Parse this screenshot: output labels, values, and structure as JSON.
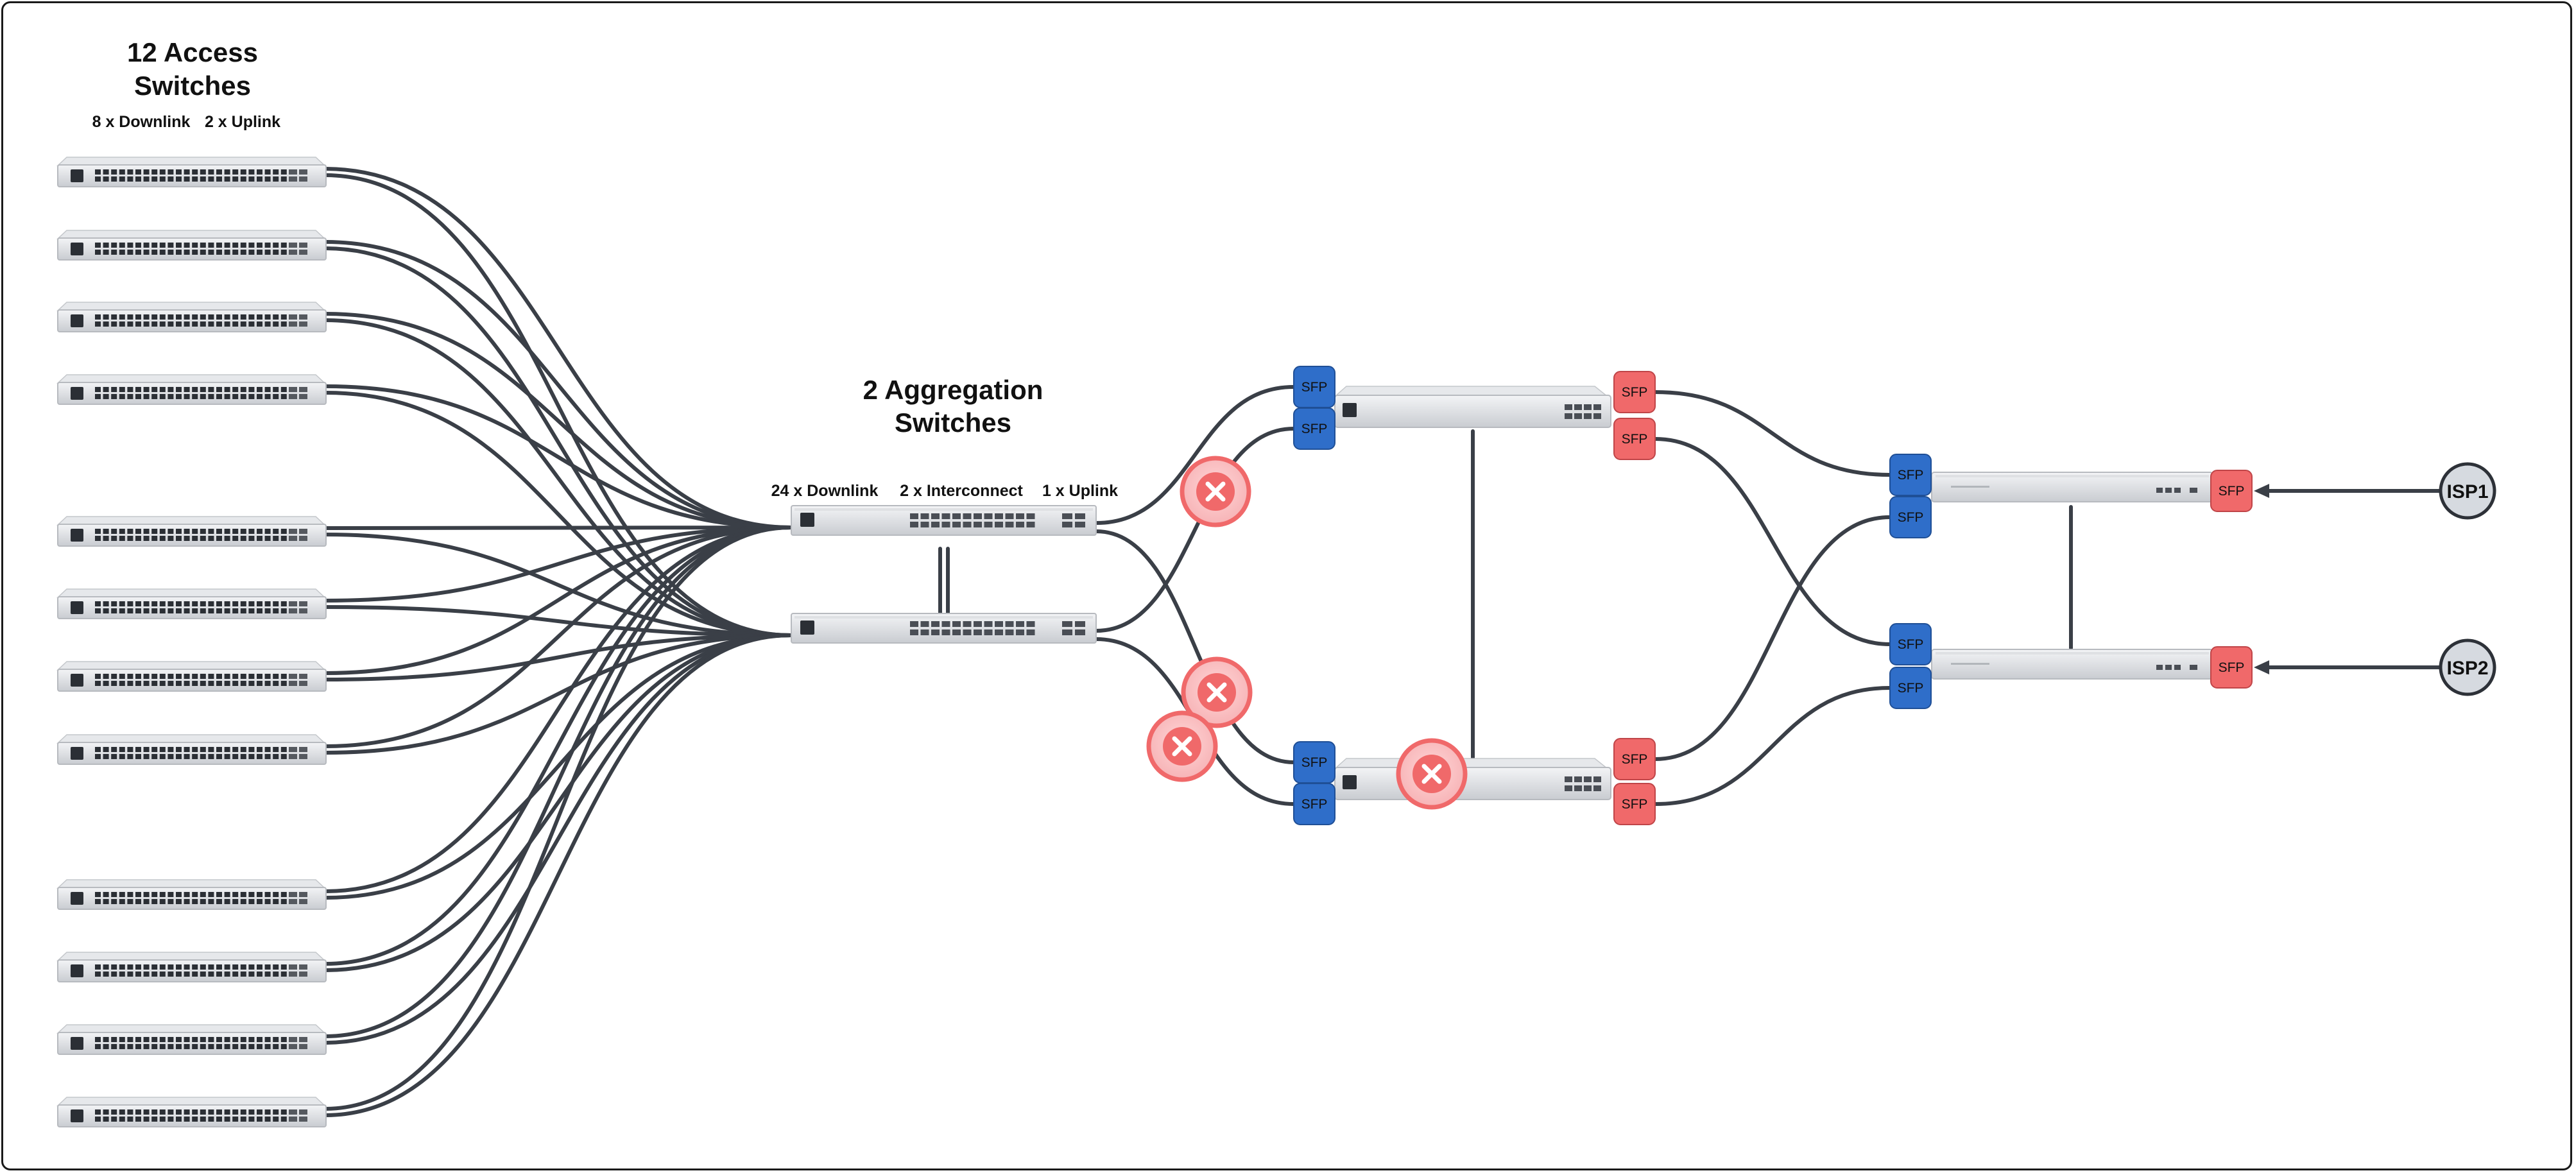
{
  "title": {
    "access_line1": "12 Access",
    "access_line2": "Switches",
    "aggregation_line1": "2 Aggregation",
    "aggregation_line2": "Switches"
  },
  "labels": {
    "access_downlink": "8 x Downlink",
    "access_uplink": "2 x Uplink",
    "agg_downlink": "24 x Downlink",
    "agg_interconnect": "2 x Interconnect",
    "agg_uplink": "1 x Uplink"
  },
  "sfp_label": "SFP",
  "isp": {
    "isp1": "ISP1",
    "isp2": "ISP2"
  },
  "colors": {
    "sfp_blue": "#2f6ec9",
    "sfp_red": "#f0696a",
    "cable": "#3a3f47",
    "blocked": "#f0696a"
  },
  "icons": {
    "blocked": "x-circle-icon",
    "isp": "circle-node-icon"
  },
  "access_switch_count": 12,
  "aggregation_switch_count": 2,
  "core_switch_count": 2,
  "gateway_count": 2,
  "blocked_link_count": 4
}
